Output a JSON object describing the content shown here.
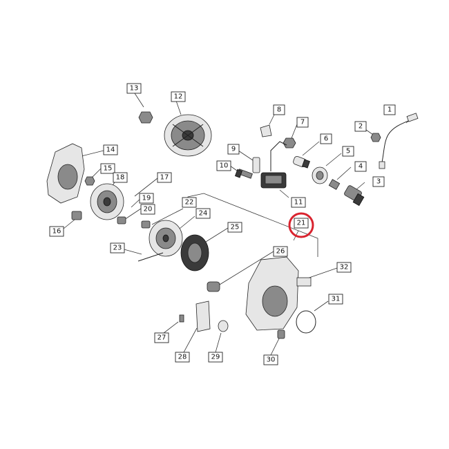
{
  "callouts": {
    "c1": "1",
    "c2": "2",
    "c3": "3",
    "c4": "4",
    "c5": "5",
    "c6": "6",
    "c7": "7",
    "c8": "8",
    "c9": "9",
    "c10": "10",
    "c11": "11",
    "c12": "12",
    "c13": "13",
    "c14": "14",
    "c15": "15",
    "c16": "16",
    "c17": "17",
    "c18": "18",
    "c19": "19",
    "c20": "20",
    "c21": "21",
    "c22": "22",
    "c23": "23",
    "c24": "24",
    "c25": "25",
    "c26": "26",
    "c27": "27",
    "c28": "28",
    "c29": "29",
    "c30": "30",
    "c31": "31",
    "c32": "32"
  },
  "highlight": {
    "callout": "21",
    "color": "#d9232e"
  },
  "colors": {
    "ink": "#222222",
    "metal": "#8a8a8a",
    "dark": "#3a3a3a"
  }
}
